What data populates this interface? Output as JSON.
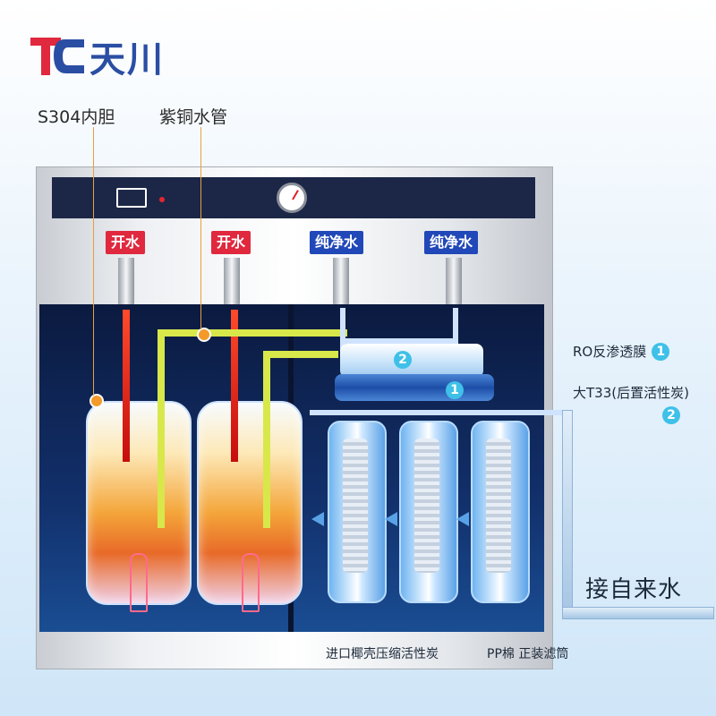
{
  "brand": {
    "logo_letters": "TC",
    "name": "天川"
  },
  "callouts": {
    "tank": "S304内胆",
    "pipe": "紫铜水管"
  },
  "spouts": [
    {
      "label": "开水",
      "type": "hot"
    },
    {
      "label": "开水",
      "type": "hot"
    },
    {
      "label": "纯净水",
      "type": "pure"
    },
    {
      "label": "纯净水",
      "type": "pure"
    }
  ],
  "right_labels": {
    "ro": "RO反渗透膜",
    "ro_num": "1",
    "t33": "大T33(后置活性炭)",
    "t33_num": "2"
  },
  "badges": {
    "one": "1",
    "two": "2"
  },
  "inlet": "接自来水",
  "bottom_labels": {
    "carbon": "进口椰壳压缩活性炭",
    "pp": "PP棉 正装滤筒"
  },
  "colors": {
    "brand_blue": "#2a4ea3",
    "brand_red": "#e0283e",
    "hot_tag": "#e0283e",
    "pure_tag": "#2148b8",
    "badge": "#3fc0e8"
  }
}
